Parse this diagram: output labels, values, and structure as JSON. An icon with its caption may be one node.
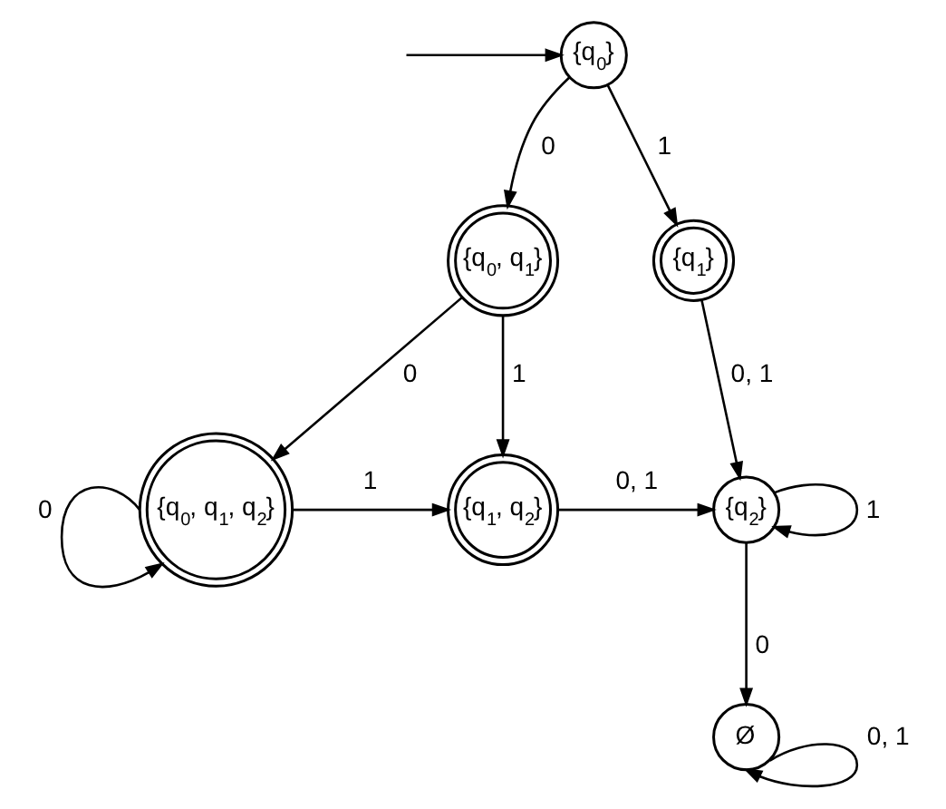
{
  "diagram": {
    "nodes": [
      {
        "text": [
          "{q$_{0}$}"
        ]
      },
      {
        "text": [
          "{q$_{0}$, q$_{1}$}"
        ]
      },
      {
        "text": [
          "{q$_{1}$}"
        ]
      },
      {
        "text": [
          "{q$_{0}$, q$_{1}$, q$_{2}$}"
        ]
      },
      {
        "text": [
          "{q$_{1}$, q$_{2}$}"
        ]
      },
      {
        "text": [
          "{q$_{2}$}"
        ]
      },
      {
        "text": [
          "Ø"
        ]
      }
    ],
    "edges": [
      {
        "from": null,
        "to": 0,
        "arrow": "to"
      },
      {
        "from": 0,
        "to": 1,
        "arrow": "to",
        "label": "0"
      },
      {
        "from": 0,
        "to": 2,
        "arrow": "to",
        "label": "1"
      },
      {
        "from": 1,
        "to": 3,
        "arrow": "to",
        "label": "0"
      },
      {
        "from": 1,
        "to": 4,
        "arrow": "to",
        "label": "1"
      },
      {
        "from": 2,
        "to": 5,
        "arrow": "to",
        "label": "0, 1"
      },
      {
        "from": 3,
        "to": 4,
        "arrow": "to",
        "label": "1"
      },
      {
        "from": 3,
        "to": 3,
        "arrow": "to",
        "label": "0"
      },
      {
        "from": 4,
        "to": 5,
        "arrow": "to",
        "label": "0, 1"
      },
      {
        "from": 5,
        "to": 5,
        "arrow": "to",
        "label": "1"
      },
      {
        "from": 5,
        "to": 6,
        "arrow": "to",
        "label": "0"
      },
      {
        "from": 6,
        "to": 6,
        "arrow": "to",
        "label": "0, 1"
      }
    ]
  }
}
